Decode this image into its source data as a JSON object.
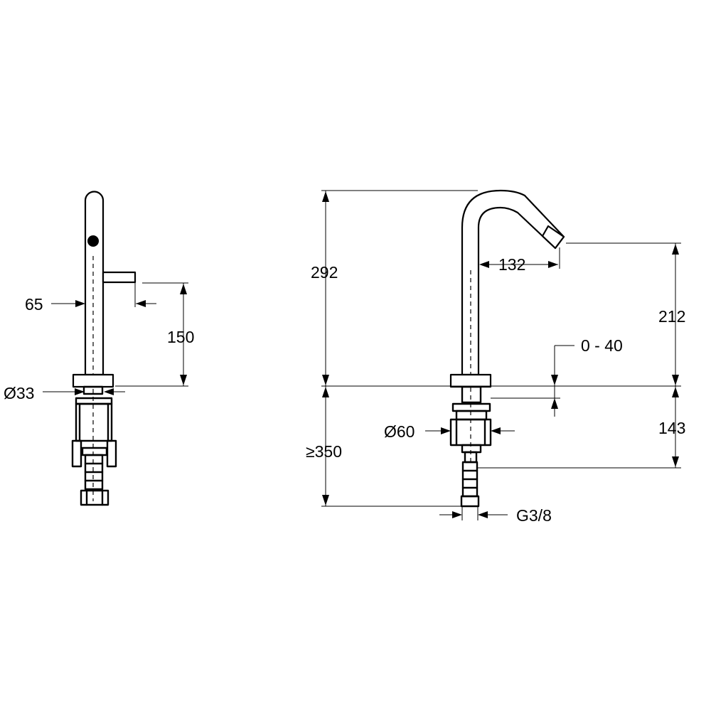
{
  "side_view": {
    "dim_spout_projection": "65",
    "dim_lever_height": "150",
    "dim_base_diameter": "Ø33"
  },
  "front_view": {
    "dim_total_height": "292",
    "dim_spout_reach": "132",
    "dim_outlet_height": "212",
    "dim_deck_thickness": "0 - 40",
    "dim_mount_diameter": "Ø60",
    "dim_below_deck": "143",
    "dim_hose_length": "≥350",
    "dim_connection": "G3/8"
  }
}
